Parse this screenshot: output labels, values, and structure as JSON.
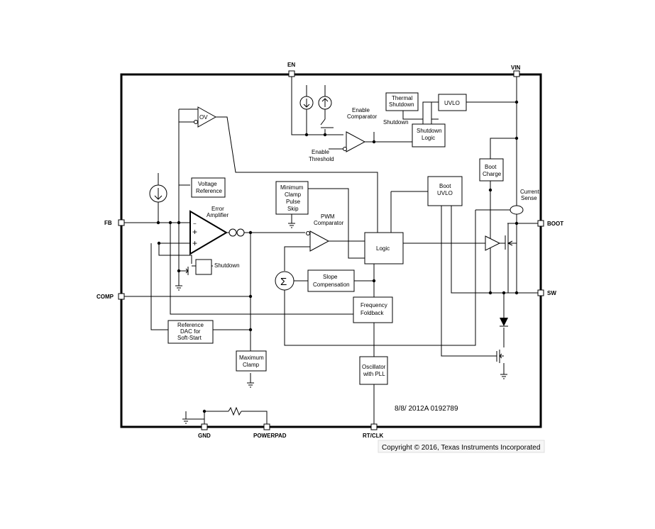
{
  "pins": {
    "en": "EN",
    "vin": "VIN",
    "fb": "FB",
    "comp": "COMP",
    "boot": "BOOT",
    "sw": "SW",
    "gnd": "GND",
    "powerpad": "POWERPAD",
    "rtclk": "RT/CLK"
  },
  "blocks": {
    "thermal_shutdown": [
      "Thermal",
      "Shutdown"
    ],
    "uvlo": "UVLO",
    "enable_comparator": [
      "Enable",
      "Comparator"
    ],
    "shutdown_label_top": "Shutdown",
    "shutdown_logic": [
      "Shutdown",
      "Logic"
    ],
    "enable_threshold": [
      "Enable",
      "Threshold"
    ],
    "ov": "OV",
    "voltage_reference": [
      "Voltage",
      "Reference"
    ],
    "error_amplifier": [
      "Error",
      "Amplifier"
    ],
    "shutdown_label_mid": "Shutdown",
    "minimum_clamp": [
      "Minimum",
      "Clamp",
      "Pulse",
      "Skip"
    ],
    "pwm_comparator": [
      "PWM",
      "Comparator"
    ],
    "boot_uvlo": [
      "Boot",
      "UVLO"
    ],
    "boot_charge": [
      "Boot",
      "Charge"
    ],
    "current_sense": [
      "Current",
      "Sense"
    ],
    "logic": "Logic",
    "slope_compensation": [
      "Slope",
      "Compensation"
    ],
    "frequency_foldback": [
      "Frequency",
      "Foldback"
    ],
    "reference_dac": [
      "Reference",
      "DAC for",
      "Soft-Start"
    ],
    "maximum_clamp": [
      "Maximum",
      "Clamp"
    ],
    "oscillator": [
      "Oscillator",
      "with PLL"
    ],
    "sum_symbol": "Σ",
    "plus1": "+",
    "plus2": "+",
    "minus": "−"
  },
  "doc_number": "8/8/  2012A  0192789",
  "copyright": "Copyright © 2016, Texas Instruments Incorporated"
}
